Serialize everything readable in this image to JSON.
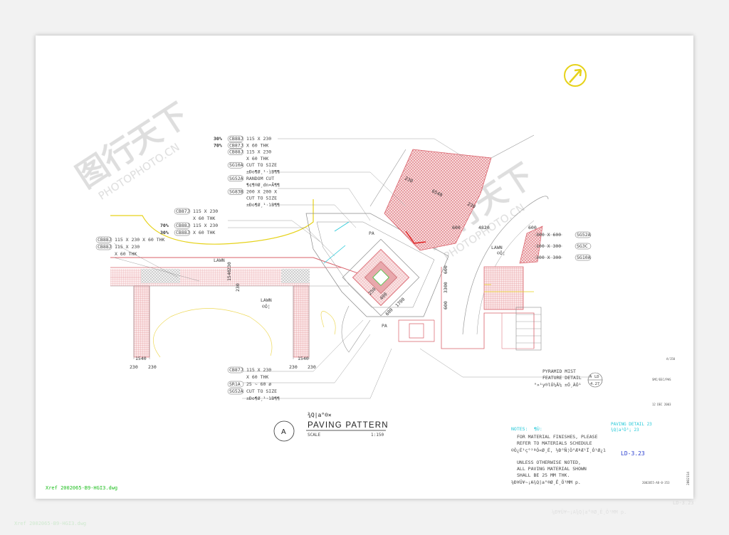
{
  "title": {
    "chinese": "¾Q|a°®×",
    "main": "PAVING PATTERN",
    "scale_label": "SCALE",
    "scale_value": "1:150",
    "marker": "A"
  },
  "dimensions": {
    "d1540_left": "1540",
    "d230_left1": "230",
    "d230_left2": "230",
    "d1540_mid": "1540",
    "d230_mid1": "230",
    "d230_mid2": "230",
    "v1540": "1540",
    "v230a": "230",
    "v230b": "230",
    "d230_top": "230",
    "d6540": "6540",
    "d230_top2": "230",
    "d250": "250",
    "d400": "400",
    "d600a": "600",
    "d1700": "1700",
    "d600_right": "600",
    "d4820": "4820",
    "d600_right2": "600",
    "v600": "600",
    "v3300": "3300",
    "v600b": "600"
  },
  "labels": {
    "lawn_top": "LAWN",
    "lawn_mid": "LAWN",
    "lawn_mid_cn": "©Ö¦",
    "lawn_right": "LAWN",
    "lawn_right_cn": "©Ö¦",
    "pa_top": "PA",
    "pa_bottom": "PA"
  },
  "callouts_top": [
    {
      "pct": "30%",
      "code": "CB88J",
      "text": "115 X 230"
    },
    {
      "pct": "70%",
      "code": "CB87J",
      "text": "X 60 THK"
    },
    {
      "pct": "",
      "code": "CB88J",
      "text": "115 X 230"
    },
    {
      "pct": "",
      "code": "",
      "text": "X 60 THK"
    },
    {
      "pct": "",
      "code": "SG10A",
      "text": "CUT TO SIZE"
    },
    {
      "pct": "",
      "code": "",
      "text": "±Ðo¶Ø¸¹·ìB¶¶"
    },
    {
      "pct": "",
      "code": "SG52A",
      "text": "RANDOM CUT"
    },
    {
      "pct": "",
      "code": "",
      "text": "¶¢¶®Ø¸dn¤Ã¶¶"
    },
    {
      "pct": "",
      "code": "SG83B",
      "text": "200 X 200 X"
    },
    {
      "pct": "",
      "code": "",
      "text": "CUT TO SIZE"
    },
    {
      "pct": "",
      "code": "",
      "text": "±Ðo¶Ø¸¹·ìB¶¶"
    }
  ],
  "callouts_left": [
    {
      "pct": "",
      "code": "CB87J",
      "text": "115 X 230"
    },
    {
      "pct": "",
      "code": "",
      "text": "X 60 THK"
    },
    {
      "pct": "70%",
      "code": "CB88J",
      "text": "115 X 230"
    },
    {
      "pct": "30%",
      "code": "CB88J",
      "text": "X 60 THK"
    },
    {
      "pct": "",
      "code": "CB88J",
      "text": "115 X 230 X 60 THK"
    },
    {
      "pct": "",
      "code": "CB88J",
      "text": "115 X 230"
    },
    {
      "pct": "",
      "code": "",
      "text": "X 60 THK"
    }
  ],
  "callouts_bottom": [
    {
      "code": "CB87J",
      "text": "115 X 230"
    },
    {
      "code": "",
      "text": "X 60 THK"
    },
    {
      "code": "SR1A",
      "text": "25 ~ 60 ø"
    },
    {
      "code": "SG52A",
      "text": "CUT TO SIZE"
    },
    {
      "code": "",
      "text": "±Ðo¶Ø¸¹·ìB¶¶"
    }
  ],
  "callouts_right": [
    {
      "code": "SG52A",
      "text": "300 X 600"
    },
    {
      "code": "SG3C",
      "text": "100 X 300"
    },
    {
      "code": "SG10A",
      "text": "300 X 300"
    }
  ],
  "pyramid": {
    "line1": "PYRAMID MIST",
    "line2": "FEATURE DETAIL",
    "line3": "°»¹y®lÚ¼Ä¼ ±Ó¸ÀÓ¹",
    "ref_top": "A",
    "ref_top2": "LD",
    "ref_bottom": "4.27"
  },
  "notes": {
    "heading": "NOTES:",
    "heading_cn": "¶Ù:",
    "n1_l1": "FOR MATERIAL FINISHES, PLEASE",
    "n1_l2": "REFER TO MATERIALS SCHEDULE",
    "n1_l3": "©Ò¿É¹ç°²ªÓ«Ø¸É, ½Ð°Ñ¦Ò°ÆªÆ¹Ï¸Ó¹Ø¿ì",
    "n2_l1": "UNLESS OTHERWISE NOTED,",
    "n2_l2": "ALL PAVING MATERIAL SHOWN",
    "n2_l3": "SHALL BE 25 MM THK.",
    "n2_l4": "¼Ð¥Ü¥~¡A¾Q|a°®Ø¸Ê¸Ö¹MM ­p."
  },
  "titleblock": {
    "paving_detail": "PAVING DETAIL 23",
    "paving_detail_cn": "¾Q|a²Ó³¡ 23",
    "sheet_no": "LD-3.23",
    "small1": "A/150",
    "small2": "SMC/EEC/PHS",
    "small3": "12 DEC 2003",
    "small4": "2002055-A8-0-353",
    "vertical": "2002114"
  },
  "xref": "Xref 2002065-B9-HGI3.dwg",
  "xref_ghost": "Xref 2002065-B9-HGI3.dwg",
  "ghost_sheet": "LD-3.23",
  "ghost_note": "¼Ð¥Ü¥~¡A¾Q|a°®Ø¸Ê¸Ö¹MM    ­p.",
  "watermark": {
    "text_cn": "图行天下",
    "text_en": "PHOTOPHOTO.CN"
  },
  "colors": {
    "red": "#d9606a",
    "redFill": "#f3c9cc",
    "yellow": "#e6d21a",
    "cyan": "#24c8d8",
    "blue": "#2a3fd0",
    "gray": "#8a8a8a"
  }
}
